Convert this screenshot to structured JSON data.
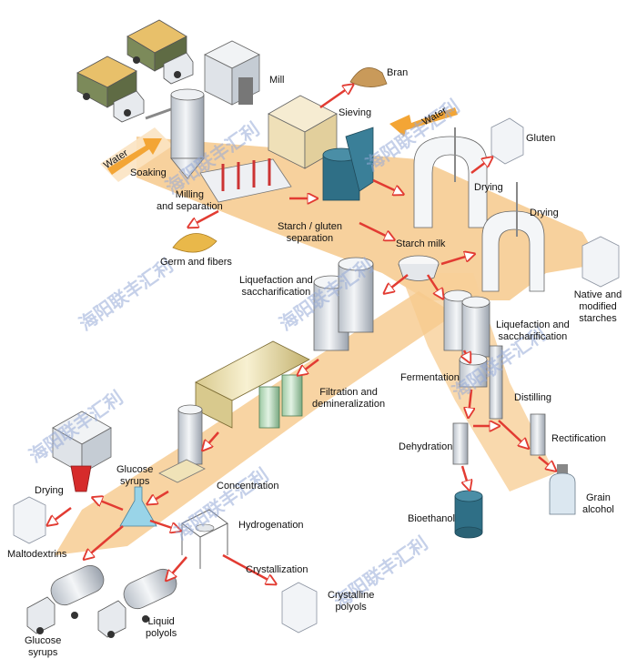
{
  "colors": {
    "flow": "#f6c98c",
    "flow_light": "#fbe3c2",
    "arrow": "#e23b32",
    "water": "#f3a535",
    "steel": "#d9dde3",
    "steel_dark": "#9aa2ad",
    "teal": "#2f6f86",
    "sand": "#f0e3b8",
    "glass": "#8fd4f0",
    "watermark": "#9fb4dc"
  },
  "labels": {
    "water_left": "Water",
    "soaking": "Soaking",
    "mill": "Mill",
    "bran": "Bran",
    "sieving": "Sieving",
    "water_right": "Water",
    "gluten": "Gluten",
    "milling": "Milling\nand separation",
    "germ": "Germ and fibers",
    "starch_gluten": "Starch / gluten\nseparation",
    "drying_1": "Drying",
    "drying_2": "Drying",
    "starch_milk": "Starch milk",
    "native": "Native and\nmodified starches",
    "liq_sacch_left": "Liquefaction and\nsaccharification",
    "liq_sacch_right": "Liquefaction and\nsaccharification",
    "fermentation": "Fermentation",
    "distilling": "Distilling",
    "filtration": "Filtration and\ndemineralization",
    "rectification": "Rectification",
    "dehydration": "Dehydration",
    "glucose_syrups_mid": "Glucose\nsyrups",
    "drying_left": "Drying",
    "concentration": "Concentration",
    "grain_alcohol": "Grain\nalcohol",
    "hydrogenation": "Hydrogenation",
    "bioethanol": "Bioethanol",
    "maltodextrins": "Maltodextrins",
    "crystallization": "Crystallization",
    "crystalline_polyols": "Crystalline\npolyols",
    "liquid_polyols": "Liquid\npolyols",
    "glucose_syrups_bottom": "Glucose\nsyrups"
  },
  "watermark": "海阳联丰汇利"
}
